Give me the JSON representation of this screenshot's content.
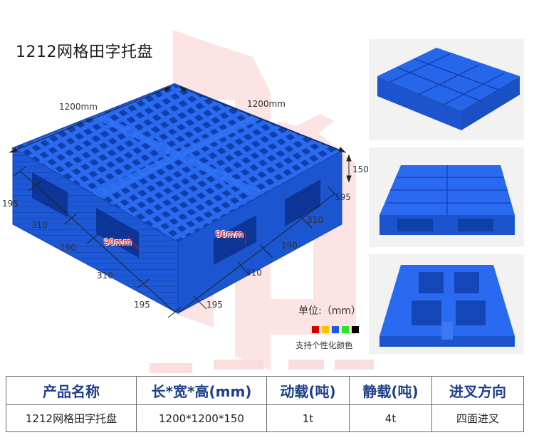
{
  "title": "1212网格田字托盘",
  "diagram": {
    "dimensions": {
      "length_top_left": "1200mm",
      "length_top_right": "1200mm",
      "height": "150",
      "left_side": [
        "195",
        "310",
        "190",
        "310",
        "195"
      ],
      "right_side": [
        "195",
        "310",
        "190",
        "310",
        "195"
      ],
      "fork_opening_left": "90mm",
      "fork_opening_right": "90mm"
    },
    "unit_label": "单位:（mm）",
    "color_note": "支持个性化颜色",
    "color_options": [
      "#d40000",
      "#f5c400",
      "#1a5de0",
      "#2ee02e",
      "#000000"
    ]
  },
  "thumbnails": [
    {
      "alt": "pallet-perspective-view"
    },
    {
      "alt": "pallet-front-view"
    },
    {
      "alt": "pallet-bottom-view"
    }
  ],
  "colors": {
    "pallet_blue": "#1f5fe0",
    "pallet_dark": "#1446b8",
    "header_text": "#1e3f8a",
    "watermark": "#fbe3e3"
  },
  "table": {
    "headers": [
      "产品名称",
      "长*宽*高(mm)",
      "动载(吨)",
      "静载(吨)",
      "进叉方向"
    ],
    "rows": [
      [
        "1212网格田字托盘",
        "1200*1200*150",
        "1t",
        "4t",
        "四面进叉"
      ]
    ]
  }
}
